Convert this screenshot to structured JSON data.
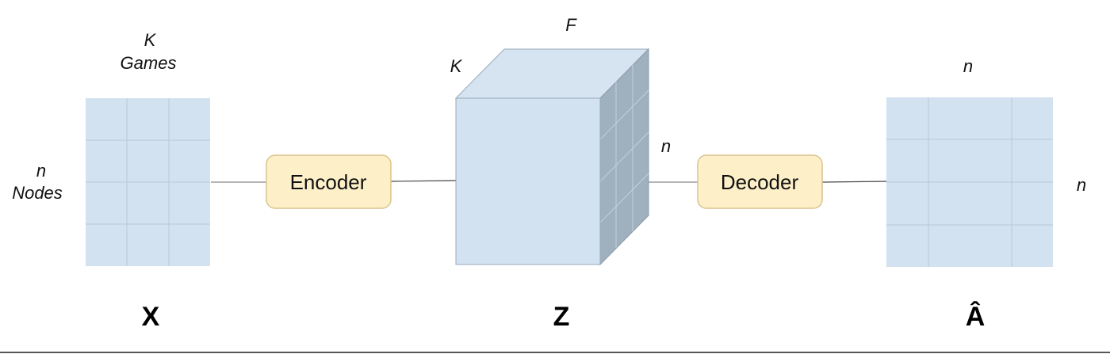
{
  "matrix_x": {
    "top_label_1": "K",
    "top_label_2": "Games",
    "side_label_1": "n",
    "side_label_2": "Nodes",
    "name": "X"
  },
  "encoder": {
    "label": "Encoder"
  },
  "tensor_z": {
    "front_label": "K",
    "top_label": "F",
    "side_label": "n",
    "name": "Z"
  },
  "decoder": {
    "label": "Decoder"
  },
  "matrix_a": {
    "top_label": "n",
    "side_label": "n",
    "name": "Â"
  },
  "colors": {
    "matrix_fill": "#d3e2f0",
    "grid_line": "#b7c8d7",
    "box_fill": "#fdf0c8",
    "box_stroke": "#d9c48e",
    "cube_front": "#d3e2f0",
    "cube_top": "#d6e4f1",
    "cube_side": "#9fb0be"
  }
}
